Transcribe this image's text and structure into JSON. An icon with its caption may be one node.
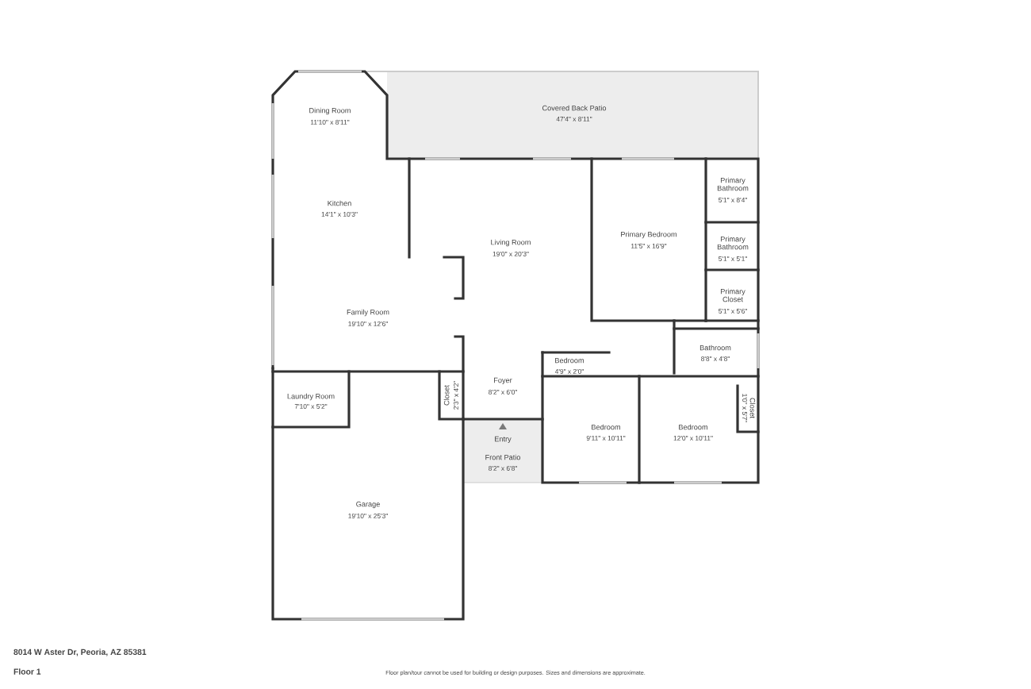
{
  "diagram": {
    "labels": [
      "Dining Room",
      "11'10\" x 8'11\"",
      "Covered Back Patio",
      "47'4\" x 8'11\"",
      "Kitchen",
      "14'1\" x 10'3\"",
      "Living Room",
      "19'0\" x 20'3\"",
      "Primary Bedroom",
      "11'5\" x 16'9\"",
      "Primary Bathroom",
      "5'1\" x 8'4\"",
      "Primary Bathroom",
      "5'1\" x 5'1\"",
      "Primary Closet",
      "5'1\" x 5'6\"",
      "Family Room",
      "19'10\" x 12'6\"",
      "Bathroom",
      "8'8\" x 4'8\"",
      "Bedroom",
      "4'9\" x 2'0\"",
      "Foyer",
      "8'2\" x 6'0\"",
      "Closet",
      "2'3\" x 4'2\"",
      "Laundry Room",
      "7'10\" x 5'2\"",
      "Closet",
      "1'0\" x 5'7\"",
      "Bedroom",
      "9'11\" x 10'11\"",
      "Bedroom",
      "12'0\" x 10'11\"",
      "Entry",
      "Front Patio",
      "8'2\" x 6'8\"",
      "Garage",
      "19'10\" x 25'3\"",
      "8014 W Aster Dr, Peoria, AZ 85381",
      "Floor 1",
      "Floor plan/tour cannot be used for building or design purposes. Sizes and dimensions are approximate."
    ]
  }
}
